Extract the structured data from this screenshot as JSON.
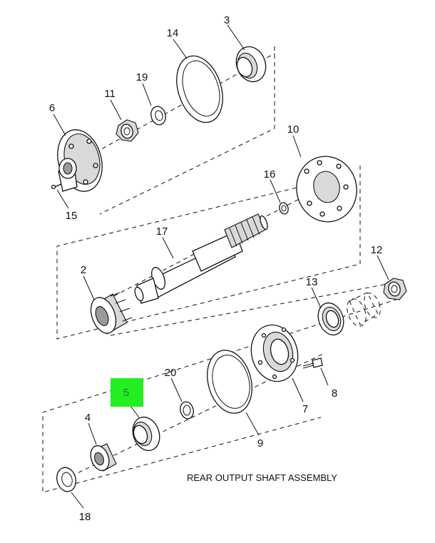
{
  "diagram": {
    "title": "REAR OUTPUT SHAFT ASSEMBLY",
    "highlight_color": "#22ee22",
    "highlighted_part": "5",
    "labels": {
      "p2": "2",
      "p3": "3",
      "p4": "4",
      "p5": "5",
      "p6": "6",
      "p7": "7",
      "p8": "8",
      "p9": "9",
      "p10": "10",
      "p11": "11",
      "p12": "12",
      "p13": "13",
      "p14": "14",
      "p15": "15",
      "p16": "16",
      "p17": "17",
      "p18": "18",
      "p19": "19",
      "p20": "20"
    }
  }
}
